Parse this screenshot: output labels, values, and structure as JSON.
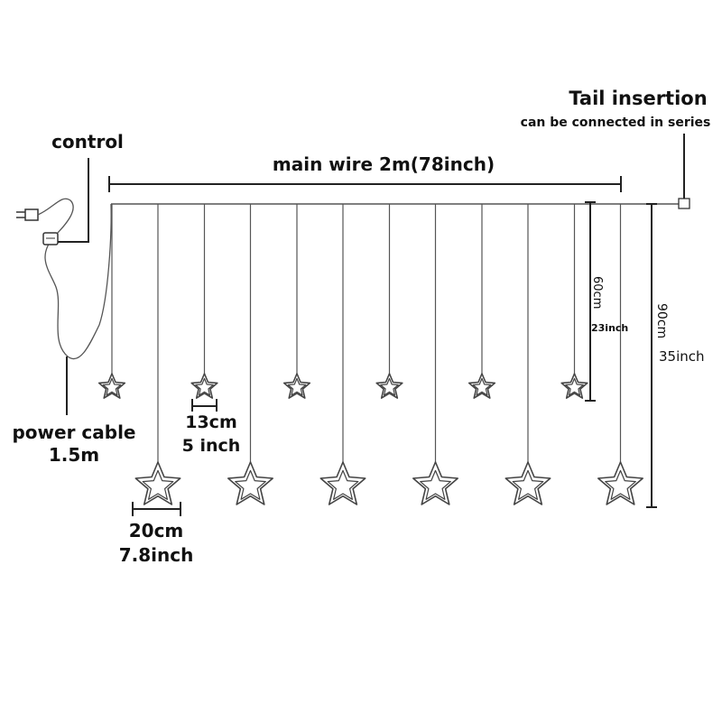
{
  "labels": {
    "tail_title": "Tail insertion",
    "tail_sub": "can be connected in series",
    "control": "control",
    "main_wire": "main wire 2m(78inch)",
    "power_cable_1": "power cable",
    "power_cable_2": "1.5m",
    "small_star_cm": "13cm",
    "small_star_in": "5 inch",
    "big_star_cm": "20cm",
    "big_star_in": "7.8inch",
    "short_drop_cm": "60cm",
    "short_drop_in": "23inch",
    "long_drop_cm": "90cm",
    "long_drop_in": "35inch"
  },
  "diagram": {
    "small_star_count": 6,
    "big_star_count": 6,
    "line_color": "#555555",
    "star_color": "#444444"
  }
}
